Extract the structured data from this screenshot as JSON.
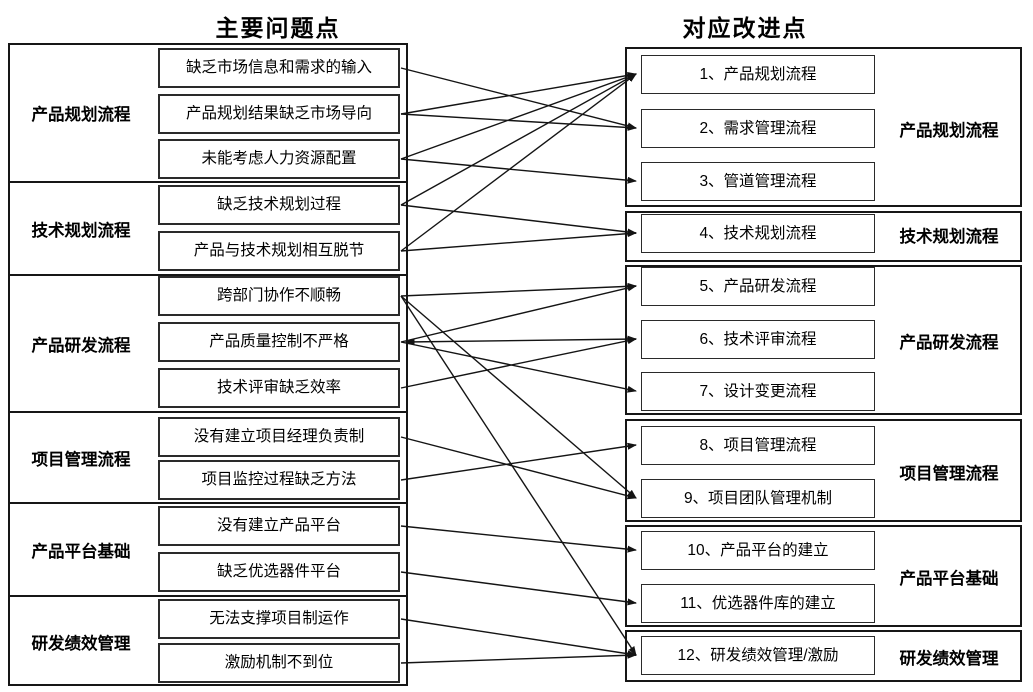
{
  "titles": {
    "left": "主要问题点",
    "right": "对应改进点"
  },
  "arrow_color": "#141414",
  "left_panel": {
    "heading": "主要问题点",
    "sections": [
      {
        "label": "产品规划流程",
        "items": [
          "缺乏市场信息和需求的输入",
          "产品规划结果缺乏市场导向",
          "未能考虑人力资源配置"
        ]
      },
      {
        "label": "技术规划流程",
        "items": [
          "缺乏技术规划过程",
          "产品与技术规划相互脱节"
        ]
      },
      {
        "label": "产品研发流程",
        "items": [
          "跨部门协作不顺畅",
          "产品质量控制不严格",
          "技术评审缺乏效率"
        ]
      },
      {
        "label": "项目管理流程",
        "items": [
          "没有建立项目经理负责制",
          "项目监控过程缺乏方法"
        ]
      },
      {
        "label": "产品平台基础",
        "items": [
          "没有建立产品平台",
          "缺乏优选器件平台"
        ]
      },
      {
        "label": "研发绩效管理",
        "items": [
          "无法支撑项目制运作",
          "激励机制不到位"
        ]
      }
    ]
  },
  "right_panel": {
    "heading": "对应改进点",
    "sections": [
      {
        "label": "产品规划流程",
        "items": [
          "1、产品规划流程",
          "2、需求管理流程",
          "3、管道管理流程"
        ]
      },
      {
        "label": "技术规划流程",
        "items": [
          "4、技术规划流程"
        ]
      },
      {
        "label": "产品研发流程",
        "items": [
          "5、产品研发流程",
          "6、技术评审流程",
          "7、设计变更流程"
        ]
      },
      {
        "label": "项目管理流程",
        "items": [
          "8、项目管理流程",
          "9、项目团队管理机制"
        ]
      },
      {
        "label": "产品平台基础",
        "items": [
          "10、产品平台的建立",
          "11、优选器件库的建立"
        ]
      },
      {
        "label": "研发绩效管理",
        "items": [
          "12、研发绩效管理/激励"
        ]
      }
    ]
  },
  "connections": [
    {
      "from": "L1",
      "to": "R2"
    },
    {
      "from": "L2",
      "to": "R1"
    },
    {
      "from": "L2",
      "to": "R2"
    },
    {
      "from": "L3",
      "to": "R1"
    },
    {
      "from": "L3",
      "to": "R3"
    },
    {
      "from": "L4",
      "to": "R1"
    },
    {
      "from": "L4",
      "to": "R4"
    },
    {
      "from": "L5",
      "to": "R1"
    },
    {
      "from": "L5",
      "to": "R4"
    },
    {
      "from": "L6",
      "to": "R5"
    },
    {
      "from": "L6",
      "to": "R9"
    },
    {
      "from": "L6",
      "to": "R12"
    },
    {
      "from": "L7",
      "to": "R5"
    },
    {
      "from": "L7",
      "to": "R6",
      "bidirectional": true
    },
    {
      "from": "L7",
      "to": "R7"
    },
    {
      "from": "L8",
      "to": "R6"
    },
    {
      "from": "L9",
      "to": "R9"
    },
    {
      "from": "L10",
      "to": "R8"
    },
    {
      "from": "L11",
      "to": "R10"
    },
    {
      "from": "L12",
      "to": "R11"
    },
    {
      "from": "L13",
      "to": "R12"
    },
    {
      "from": "L14",
      "to": "R12"
    }
  ]
}
